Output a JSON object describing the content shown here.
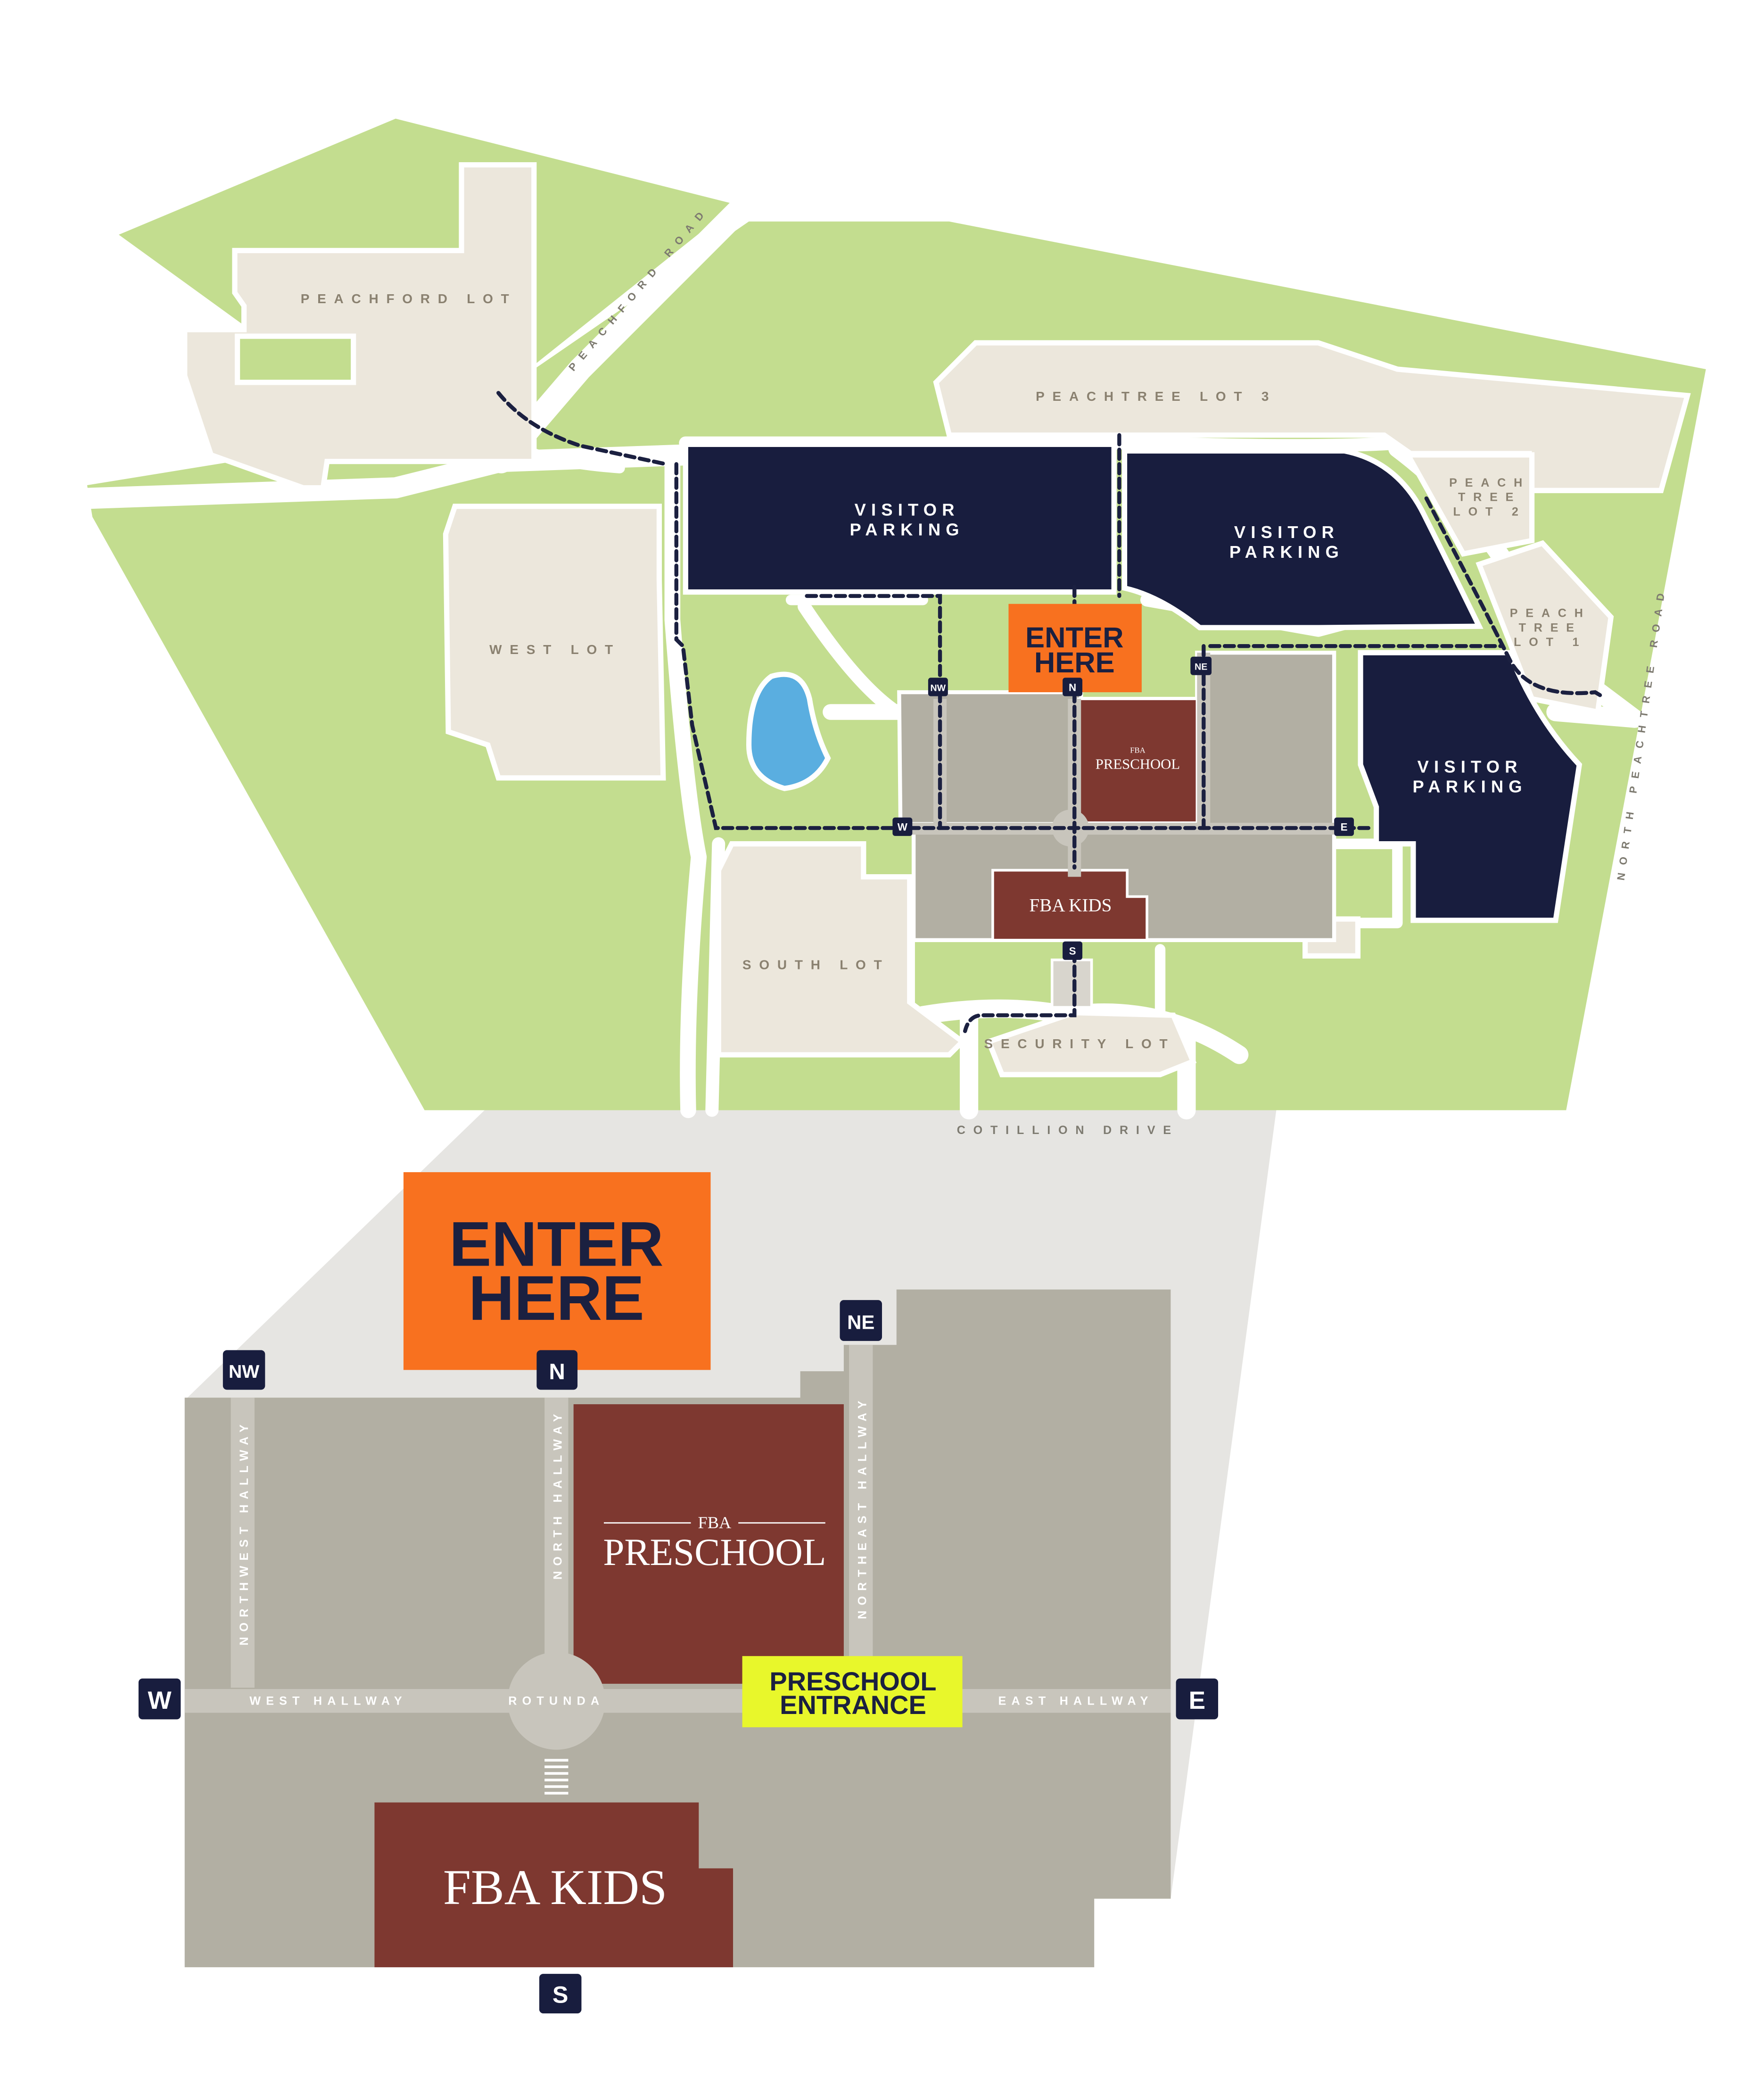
{
  "colors": {
    "grass": "#c3dd8f",
    "lot": "#ece7dc",
    "building": "#b2afa3",
    "building_light": "#c8c5bc",
    "visitor_parking": "#181d3e",
    "fba_red": "#7e3830",
    "enter_orange": "#f8711f",
    "preschool_yellow": "#e8f72b",
    "pond": "#5aaee0",
    "path": "#1b2040",
    "zoom_shadow": "#e4e3e0"
  },
  "site_map": {
    "lots": {
      "peachford": "PEACHFORD LOT",
      "peachtree3": "PEACHTREE LOT 3",
      "peach2": [
        "PEACH",
        "TREE",
        "LOT 2"
      ],
      "peach1": [
        "PEACH",
        "TREE",
        "LOT 1"
      ],
      "west": "WEST LOT",
      "south": "SOUTH LOT",
      "security": "SECURITY LOT"
    },
    "roads": {
      "peachford_road": "PEACHFORD ROAD",
      "north_peachtree_road": "NORTH PEACHTREE ROAD",
      "cotillion_drive": "COTILLION DRIVE"
    },
    "visitor_parking": {
      "line1": "VISITOR",
      "line2": "PARKING"
    },
    "enter_here": [
      "ENTER",
      "HERE"
    ],
    "preschool": {
      "small": "FBA",
      "big": "PRESCHOOL"
    },
    "kids": "FBA KIDS",
    "entrances": {
      "nw": "NW",
      "n": "N",
      "ne": "NE",
      "w": "W",
      "e": "E",
      "s": "S"
    }
  },
  "floor_plan": {
    "enter_here": [
      "ENTER",
      "HERE"
    ],
    "preschool": {
      "small": "FBA",
      "big": "PRESCHOOL"
    },
    "kids": "FBA KIDS",
    "preschool_entrance": [
      "PRESCHOOL",
      "ENTRANCE"
    ],
    "hallways": {
      "northwest": "NORTHWEST HALLWAY",
      "north": "NORTH HALLWAY",
      "northeast": "NORTHEAST HALLWAY",
      "west": "WEST HALLWAY",
      "east": "EAST HALLWAY",
      "rotunda": "ROTUNDA"
    },
    "entrances": {
      "nw": "NW",
      "n": "N",
      "ne": "NE",
      "w": "W",
      "e": "E",
      "s": "S"
    }
  }
}
